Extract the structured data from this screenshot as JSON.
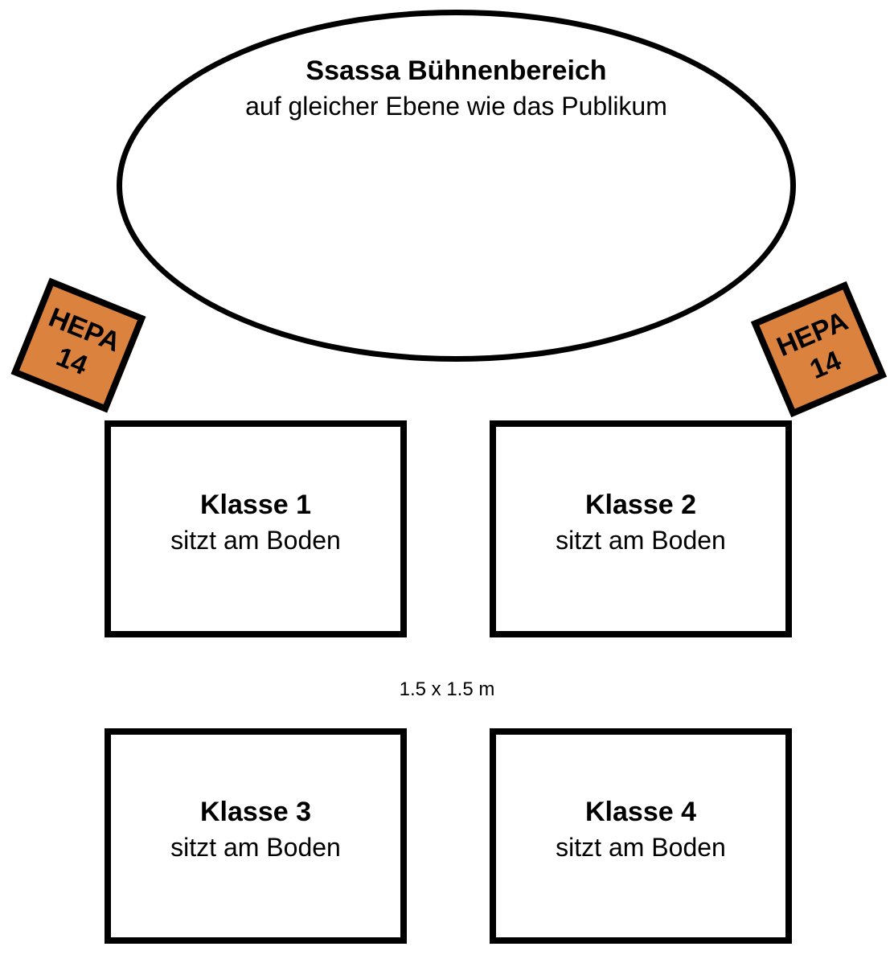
{
  "colors": {
    "hepa_fill": "#DC823F",
    "stroke": "#000000",
    "background": "#FFFFFF"
  },
  "stage": {
    "title": "Ssassa Bühnenbereich",
    "subtitle": "auf gleicher Ebene wie das Publikum"
  },
  "hepa_units": [
    {
      "line1": "HEPA",
      "line2": "14"
    },
    {
      "line1": "HEPA",
      "line2": "14"
    }
  ],
  "class_areas": [
    {
      "title": "Klasse 1",
      "subtitle": "sitzt am Boden"
    },
    {
      "title": "Klasse 2",
      "subtitle": "sitzt am Boden"
    },
    {
      "title": "Klasse 3",
      "subtitle": "sitzt am Boden"
    },
    {
      "title": "Klasse 4",
      "subtitle": "sitzt am Boden"
    }
  ],
  "dimension_label": "1.5 x 1.5 m"
}
